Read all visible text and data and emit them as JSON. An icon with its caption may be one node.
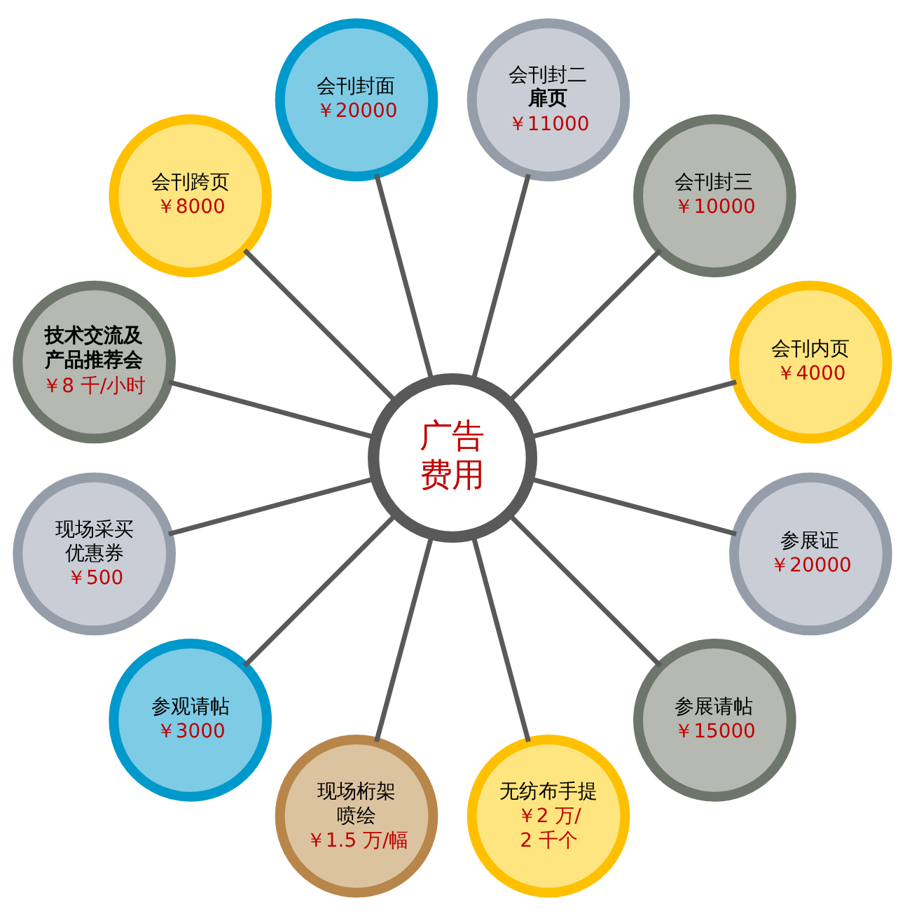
{
  "diagram": {
    "nodes": [
      {
        "text": [
          "广告费用"
        ]
      },
      {
        "text": [
          "会刊封面",
          "￥20000"
        ]
      },
      {
        "text": [
          "会刊封二**扉页**",
          "￥11000"
        ]
      },
      {
        "text": [
          "会刊封三",
          "￥10000"
        ]
      },
      {
        "text": [
          "会刊内页",
          "￥4000"
        ]
      },
      {
        "text": [
          "参展证",
          "￥20000"
        ]
      },
      {
        "text": [
          "参展请帖",
          "￥15000"
        ]
      },
      {
        "text": [
          "无纺布手提",
          "￥2 万/2 千个"
        ]
      },
      {
        "text": [
          "现场桁架喷绘",
          "￥1.5 万/幅"
        ]
      },
      {
        "text": [
          "参观请帖",
          "￥3000"
        ]
      },
      {
        "text": [
          "现场采买优惠券",
          "￥500"
        ]
      },
      {
        "text": [
          "技术交流及产品推荐会",
          "￥8 千/小时"
        ]
      },
      {
        "text": [
          "会刊跨页",
          "￥8000"
        ]
      }
    ],
    "edges": [
      {
        "from": 0,
        "to": 4,
        "arrow": "none"
      },
      {
        "from": 0,
        "to": 3,
        "arrow": "none"
      },
      {
        "from": 0,
        "to": 2,
        "arrow": "none"
      },
      {
        "from": 0,
        "to": 1,
        "arrow": "none"
      },
      {
        "from": 0,
        "to": 12,
        "arrow": "none"
      },
      {
        "from": 0,
        "to": 11,
        "arrow": "none"
      },
      {
        "from": 0,
        "to": 10,
        "arrow": "none"
      },
      {
        "from": 0,
        "to": 9,
        "arrow": "none"
      },
      {
        "from": 0,
        "to": 8,
        "arrow": "none"
      },
      {
        "from": 0,
        "to": 7,
        "arrow": "none"
      },
      {
        "from": 0,
        "to": 6,
        "arrow": "none"
      },
      {
        "from": 0,
        "to": 5,
        "arrow": "none"
      }
    ]
  }
}
